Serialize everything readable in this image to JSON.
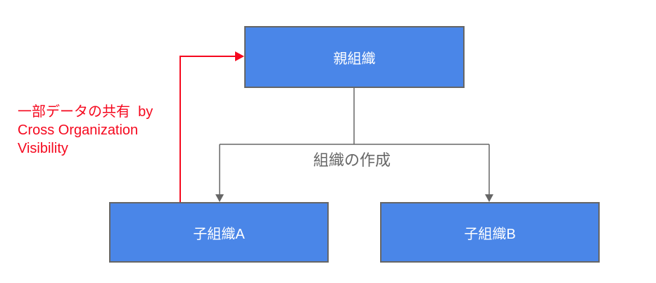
{
  "diagram": {
    "nodes": {
      "parent": {
        "label": "親組織"
      },
      "child_a": {
        "label": "子組織A"
      },
      "child_b": {
        "label": "子組織B"
      }
    },
    "edge_labels": {
      "creation": "組織の作成",
      "sharing": "一部データの共有  by\nCross Organization\nVisibility"
    },
    "colors": {
      "node_fill": "#4a86e8",
      "node_border": "#666666",
      "node_text": "#ffffff",
      "connector": "#666666",
      "creation_label_text": "#666666",
      "highlight_red": "#f5081e",
      "background": "#ffffff"
    }
  }
}
